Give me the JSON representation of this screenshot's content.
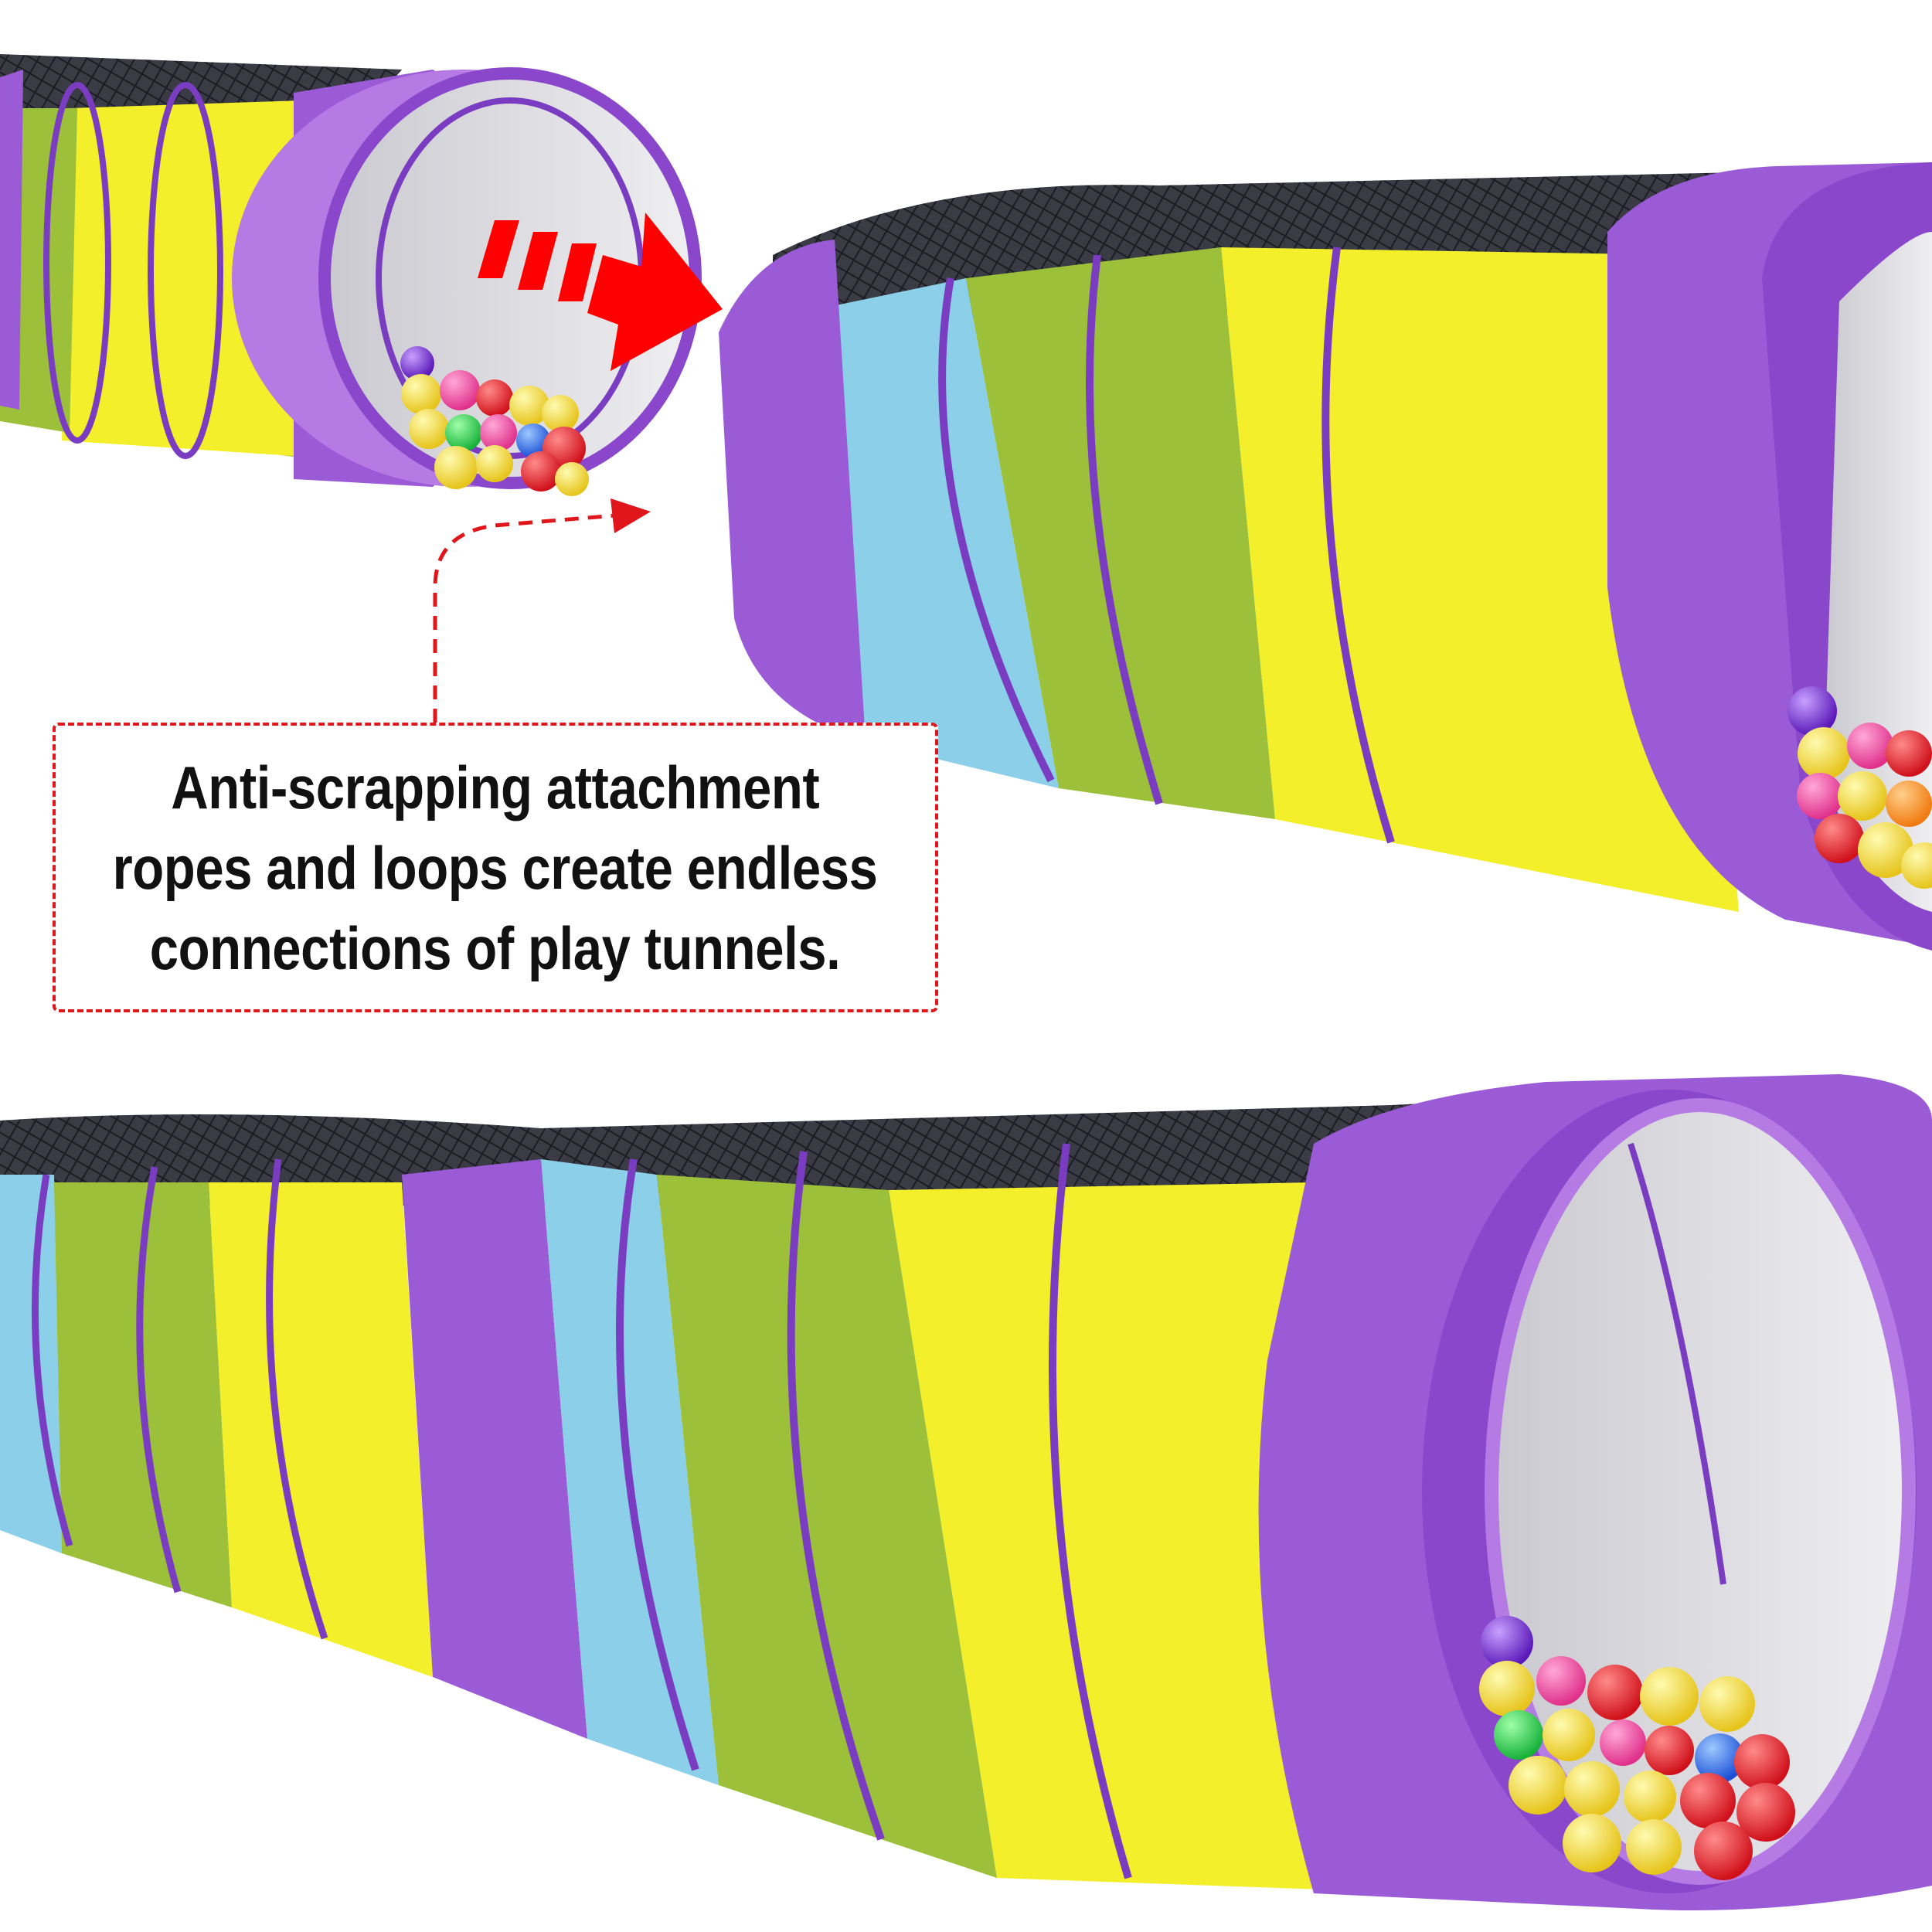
{
  "caption": {
    "lines": [
      "Anti-scrapping attachment",
      "ropes and loops create endless",
      "connections of play tunnels."
    ]
  },
  "colors": {
    "background": "#ffffff",
    "purple": "#9b5bd6",
    "blue": "#8ccfe9",
    "green": "#9cc03a",
    "yellow": "#f3ef2a",
    "mesh": "#2a2a34",
    "arrow_red": "#ff0000",
    "dashed_red": "#e0161a"
  },
  "tunnels": [
    {
      "name": "small tunnel (top-left)",
      "stripe_colors": [
        "green",
        "yellow",
        "purple"
      ],
      "has_balls": true
    },
    {
      "name": "medium tunnel (top-right)",
      "stripe_colors": [
        "purple",
        "blue",
        "green",
        "yellow",
        "purple"
      ],
      "has_balls": true
    },
    {
      "name": "long connected tunnel (bottom)",
      "stripe_colors": [
        "blue",
        "green",
        "yellow",
        "purple",
        "blue",
        "green",
        "yellow",
        "purple"
      ],
      "has_balls": true
    }
  ],
  "icons": [
    "red-dashed-arrow-icon",
    "red-dotted-connector-arrow-icon"
  ]
}
